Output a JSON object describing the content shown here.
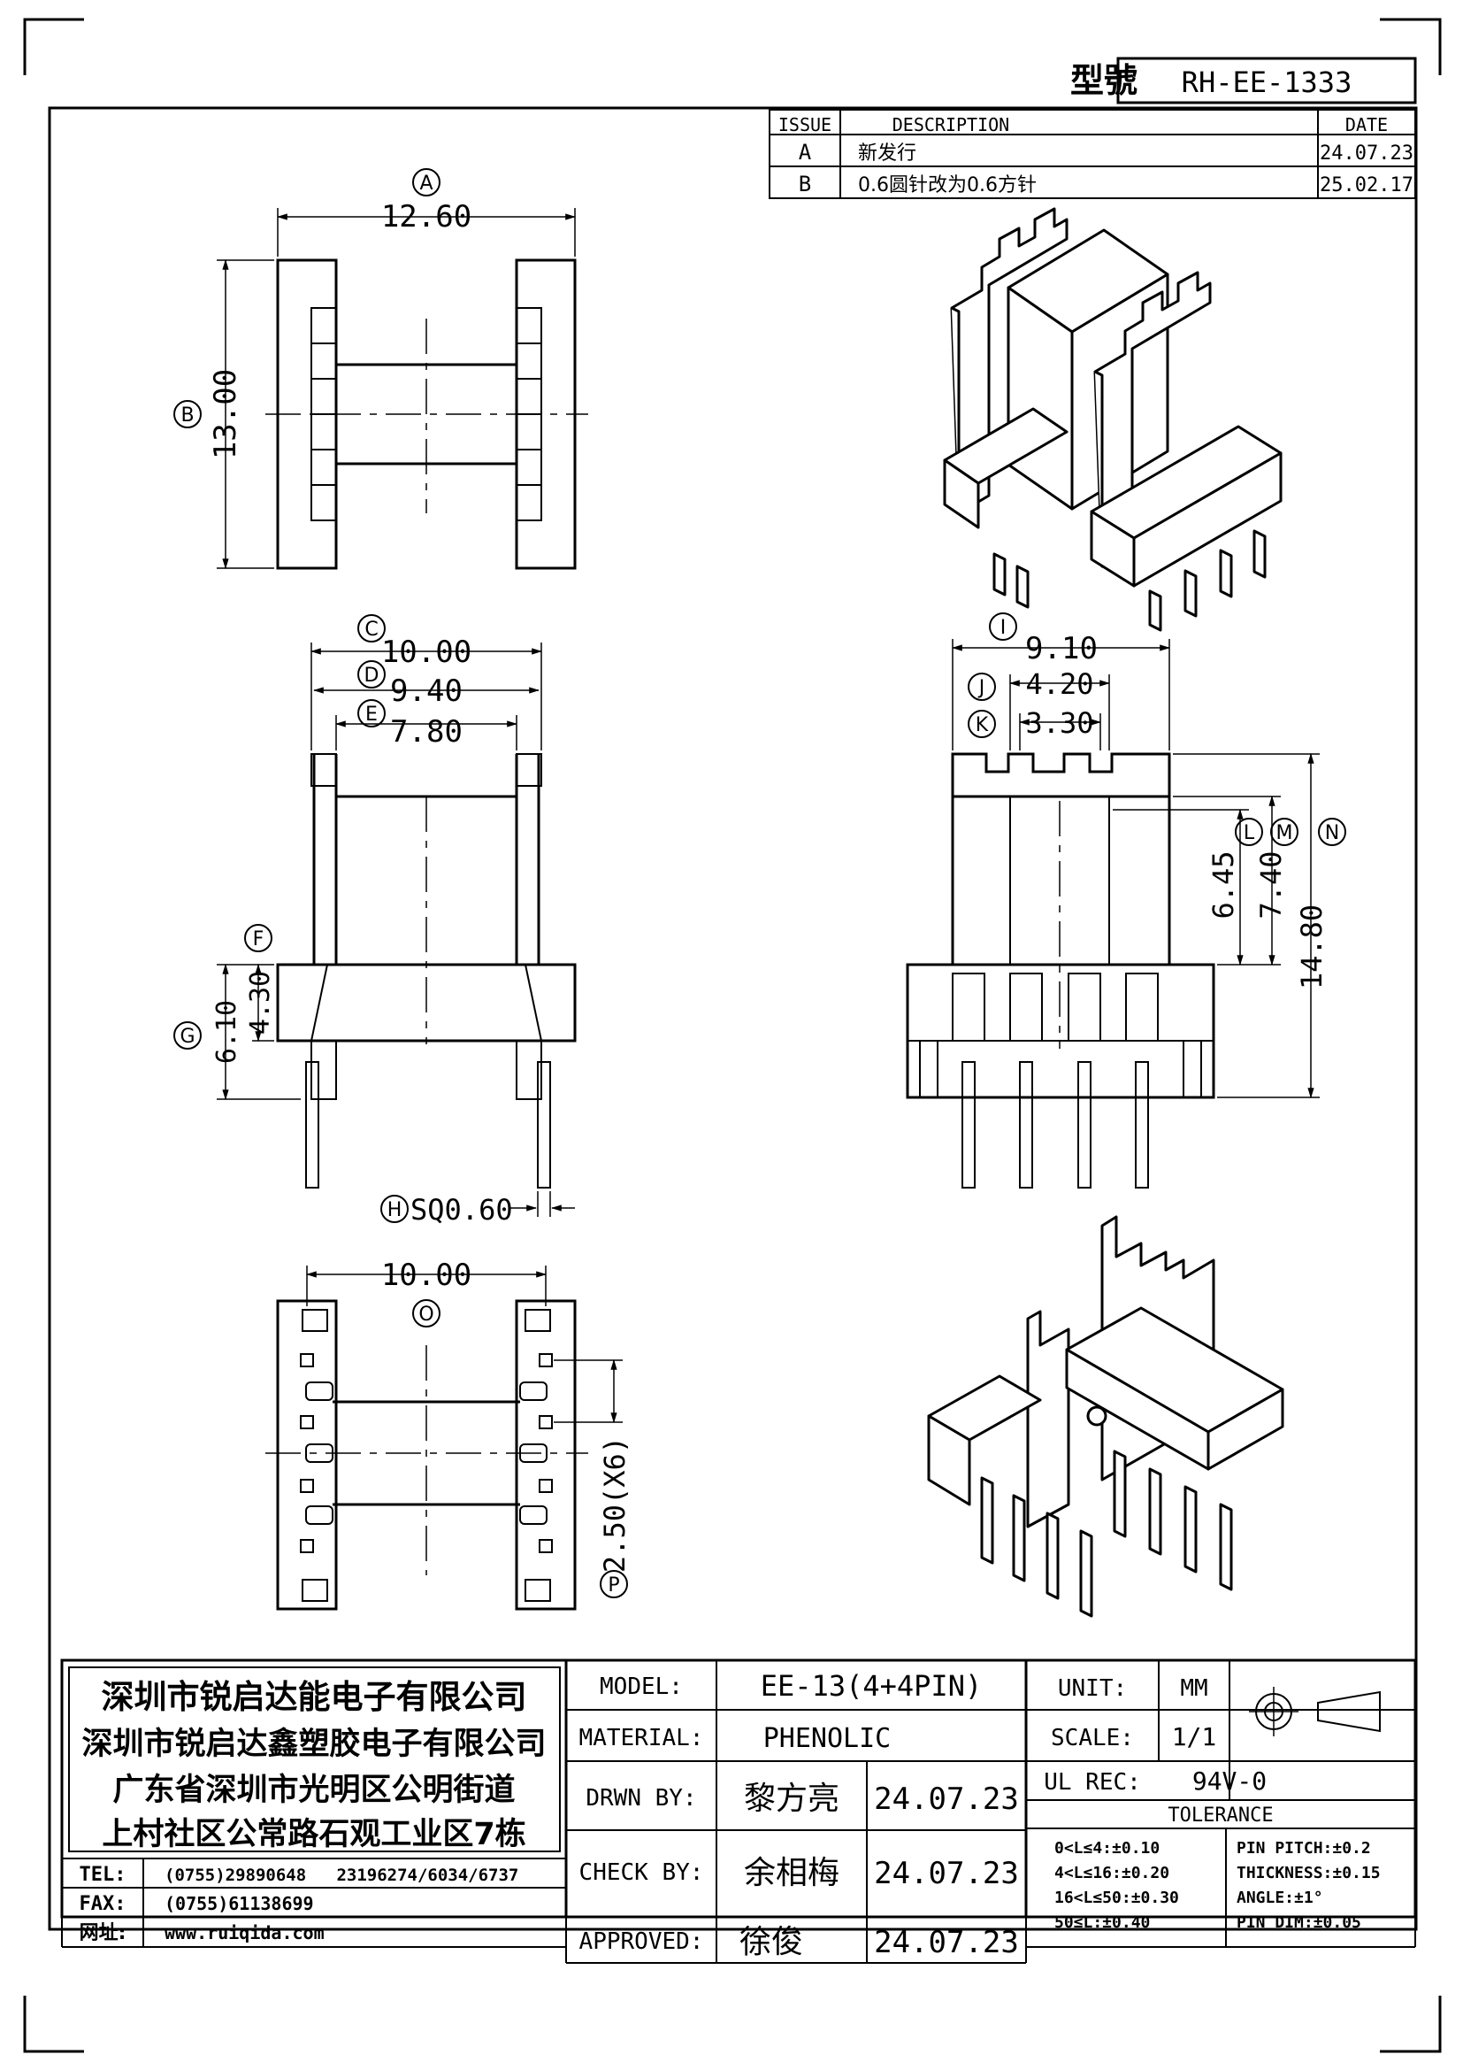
{
  "header": {
    "model_label": "型號",
    "model_value": "RH-EE-1333"
  },
  "revisions": {
    "headers": [
      "ISSUE",
      "DESCRIPTION",
      "DATE"
    ],
    "rows": [
      {
        "issue": "A",
        "description": "新发行",
        "date": "24.07.23"
      },
      {
        "issue": "B",
        "description": "0.6圆针改为0.6方针",
        "date": "25.02.17"
      }
    ]
  },
  "dimensions": {
    "A": {
      "mark": "A",
      "value": "12.60"
    },
    "B": {
      "mark": "B",
      "value": "13.00"
    },
    "C": {
      "mark": "C",
      "value": "10.00"
    },
    "D": {
      "mark": "D",
      "value": "9.40"
    },
    "E": {
      "mark": "E",
      "value": "7.80"
    },
    "F": {
      "mark": "F",
      "value": "4.30"
    },
    "G": {
      "mark": "G",
      "value": "6.10"
    },
    "H": {
      "mark": "H",
      "value": "SQ0.60"
    },
    "I": {
      "mark": "I",
      "value": "9.10"
    },
    "J": {
      "mark": "J",
      "value": "4.20"
    },
    "K": {
      "mark": "K",
      "value": "3.30"
    },
    "L": {
      "mark": "L",
      "value": "6.45"
    },
    "M": {
      "mark": "M",
      "value": "7.40"
    },
    "N": {
      "mark": "N",
      "value": "14.80"
    },
    "O": {
      "mark": "O",
      "value": "10.00"
    },
    "P": {
      "mark": "P",
      "value": "2.50(X6)"
    }
  },
  "company": {
    "lines": [
      "深圳市锐启达能电子有限公司",
      "深圳市锐启达鑫塑胶电子有限公司",
      "广东省深圳市光明区公明街道",
      "上村社区公常路石观工业区7栋"
    ],
    "tel_label": "TEL:",
    "tel_value": "(0755)29890648   23196274/6034/6737",
    "fax_label": "FAX:",
    "fax_value": "(0755)61138699",
    "web_label": "网址:",
    "web_value": "www.ruiqida.com"
  },
  "title_block": {
    "model_label": "MODEL:",
    "model_value": "EE-13(4+4PIN)",
    "material_label": "MATERIAL:",
    "material_value": "PHENOLIC",
    "drawn_label": "DRWN BY:",
    "drawn_name": "黎方亮",
    "drawn_date": "24.07.23",
    "check_label": "CHECK BY:",
    "check_name": "余相梅",
    "check_date": "24.07.23",
    "approved_label": "APPROVED:",
    "approved_name": "徐俊",
    "approved_date": "24.07.23",
    "unit_label": "UNIT:",
    "unit_value": "MM",
    "scale_label": "SCALE:",
    "scale_value": "1/1",
    "ul_label": "UL REC:",
    "ul_value": "94V-0",
    "tolerance_title": "TOLERANCE",
    "tol_left": [
      "0<L≤4:±0.10",
      "4<L≤16:±0.20",
      "16<L≤50:±0.30",
      "50≤L:±0.40"
    ],
    "tol_right": [
      "PIN PITCH:±0.2",
      "THICKNESS:±0.15",
      "ANGLE:±1°",
      "PIN DIM:±0.05"
    ]
  }
}
